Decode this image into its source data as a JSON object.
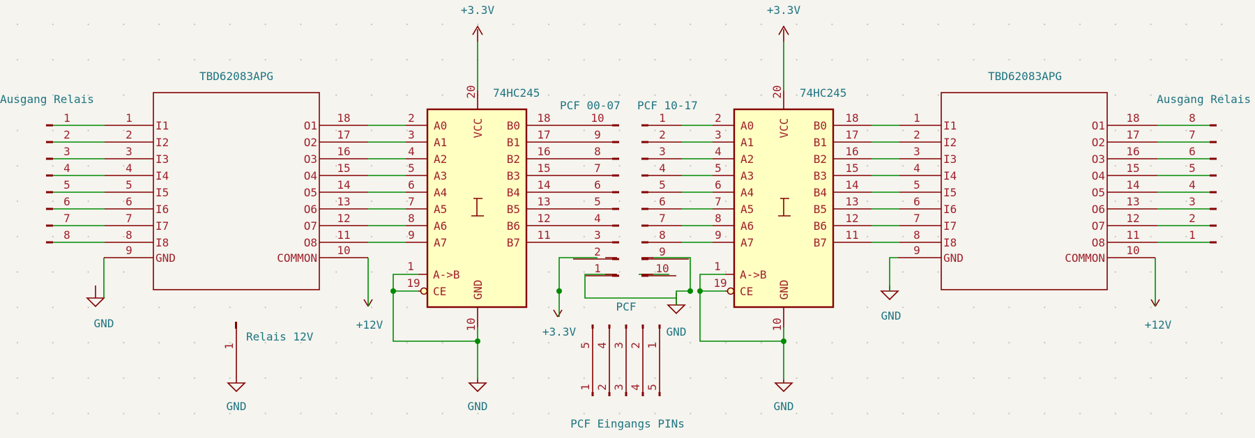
{
  "colors": {
    "background": "#f5f4ef",
    "symbol_outline": "#840000",
    "chip_fill": "#ffffc2",
    "wire": "#008a00",
    "label": "#1e7480",
    "pin_text": "#a0202a"
  },
  "labels": {
    "ausgang_left": "Ausgang Relais",
    "ausgang_right": "Ausgang Relais",
    "pcf_00_07": "PCF 00-07",
    "pcf_10_17": "PCF 10-17",
    "pcf": "PCF",
    "pcf_inputs": "PCF Eingangs PINs",
    "relais_12v": "Relais 12V"
  },
  "power": {
    "v33": "+3.3V",
    "v12": "+12V",
    "gnd": "GND"
  },
  "chips": {
    "tbd_name": "TBD62083APG",
    "hc_name": "74HC245",
    "tbd_in": [
      "I1",
      "I2",
      "I3",
      "I4",
      "I5",
      "I6",
      "I7",
      "I8"
    ],
    "tbd_out": [
      "O1",
      "O2",
      "O3",
      "O4",
      "O5",
      "O6",
      "O7",
      "O8"
    ],
    "tbd_gnd": "GND",
    "tbd_common": "COMMON",
    "hc_a": [
      "A0",
      "A1",
      "A2",
      "A3",
      "A4",
      "A5",
      "A6",
      "A7"
    ],
    "hc_b": [
      "B0",
      "B1",
      "B2",
      "B3",
      "B4",
      "B5",
      "B6",
      "B7"
    ],
    "hc_vcc": "VCC",
    "hc_gnd": "GND",
    "hc_dir": "A->B",
    "hc_ce": "CE"
  },
  "pins": {
    "seq1_8": [
      "1",
      "2",
      "3",
      "4",
      "5",
      "6",
      "7",
      "8"
    ],
    "rev8_1": [
      "8",
      "7",
      "6",
      "5",
      "4",
      "3",
      "2",
      "1"
    ],
    "tbd_o": [
      "18",
      "17",
      "16",
      "15",
      "14",
      "13",
      "12",
      "11"
    ],
    "hc_a": [
      "2",
      "3",
      "4",
      "5",
      "6",
      "7",
      "8",
      "9"
    ],
    "hc_b": [
      "18",
      "17",
      "16",
      "15",
      "14",
      "13",
      "12",
      "11"
    ],
    "pcf_l": [
      "10",
      "9",
      "8",
      "7",
      "6",
      "5",
      "4",
      "3",
      "2",
      "1"
    ],
    "pcf_r": [
      "1",
      "2",
      "3",
      "4",
      "5",
      "6",
      "7",
      "8",
      "9",
      "10"
    ],
    "tbd_gnd": "9",
    "tbd_common": "10",
    "hc_vcc": "20",
    "hc_gnd": "10",
    "hc_dir": "1",
    "hc_ce": "19",
    "relais": "1",
    "hdr_top": [
      "5",
      "4",
      "3",
      "2",
      "1"
    ],
    "hdr_bot": [
      "1",
      "2",
      "3",
      "4",
      "5"
    ]
  }
}
